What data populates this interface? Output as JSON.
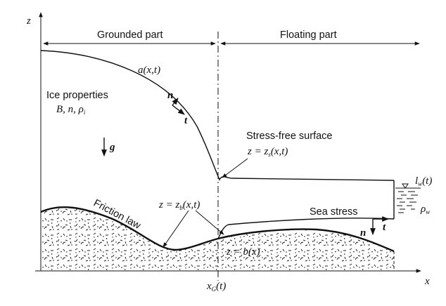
{
  "axes": {
    "z_label": "z",
    "x_label": "x",
    "xg_label": "x",
    "xg_sub": "G",
    "xg_arg": "(t)"
  },
  "regions": {
    "grounded": "Grounded part",
    "floating": "Floating part"
  },
  "surface": {
    "a_label": "a(x,t)"
  },
  "ice": {
    "title": "Ice properties",
    "B": "B",
    "n": "n",
    "rho": "ρ",
    "rho_sub": "i"
  },
  "vectors": {
    "n": "n",
    "t": "t",
    "g": "g"
  },
  "stress_free": {
    "title": "Stress-free surface",
    "eq_lhs": "z = z",
    "eq_sub": "s",
    "eq_rhs": "(x,t)"
  },
  "friction": {
    "label": "Friction law"
  },
  "base": {
    "eq_lhs": "z = z",
    "eq_sub": "b",
    "eq_rhs": "(x,t)"
  },
  "bed": {
    "label": "z = b(x)"
  },
  "sea": {
    "stress": "Sea stress",
    "level": "l",
    "level_sub": "w",
    "level_arg": "(t)",
    "rho": "ρ",
    "rho_sub": "w"
  }
}
